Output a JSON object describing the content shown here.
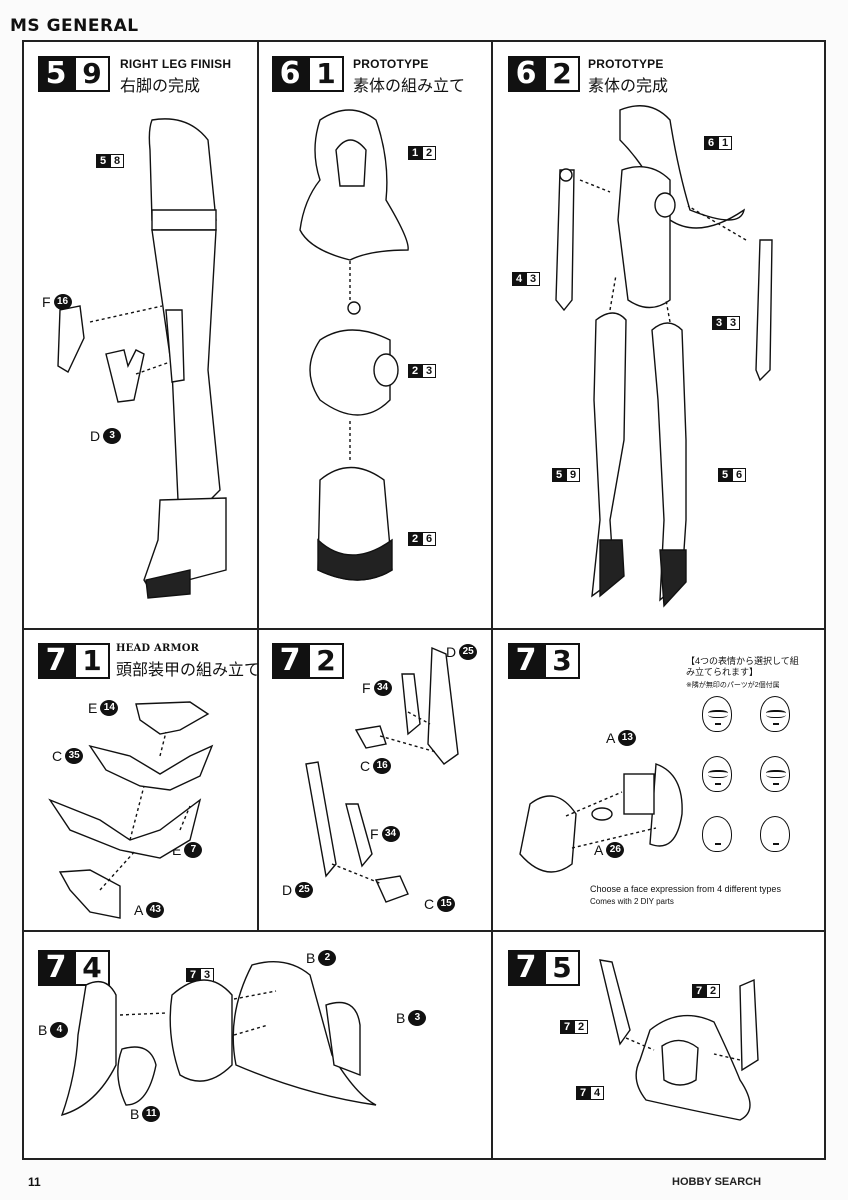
{
  "header": {
    "brand": "MS GENERAL"
  },
  "page_number": "11",
  "watermark": "HOBBY SEARCH",
  "steps": {
    "s59": {
      "d1": "5",
      "d2": "9",
      "title_en": "RIGHT LEG FINISH",
      "title_ja": "右脚の完成",
      "tags": [
        {
          "a": "5",
          "b": "8"
        }
      ],
      "parts": [
        {
          "letter": "F",
          "num": "16"
        },
        {
          "letter": "D",
          "num": "3"
        }
      ]
    },
    "s61": {
      "d1": "6",
      "d2": "1",
      "title_en": "PROTOTYPE",
      "title_ja": "素体の組み立て",
      "tags": [
        {
          "a": "1",
          "b": "2"
        },
        {
          "a": "2",
          "b": "3"
        },
        {
          "a": "2",
          "b": "6"
        }
      ]
    },
    "s62": {
      "d1": "6",
      "d2": "2",
      "title_en": "PROTOTYPE",
      "title_ja": "素体の完成",
      "tags": [
        {
          "a": "6",
          "b": "1"
        },
        {
          "a": "4",
          "b": "3"
        },
        {
          "a": "3",
          "b": "3"
        },
        {
          "a": "5",
          "b": "9"
        },
        {
          "a": "5",
          "b": "6"
        }
      ]
    },
    "s71": {
      "d1": "7",
      "d2": "1",
      "title_en": "HEAD ARMOR",
      "title_ja": "頭部装甲の組み立て",
      "parts": [
        {
          "letter": "E",
          "num": "14"
        },
        {
          "letter": "C",
          "num": "35"
        },
        {
          "letter": "E",
          "num": "7"
        },
        {
          "letter": "A",
          "num": "43"
        }
      ]
    },
    "s72": {
      "d1": "7",
      "d2": "2",
      "parts": [
        {
          "letter": "D",
          "num": "25"
        },
        {
          "letter": "F",
          "num": "34"
        },
        {
          "letter": "C",
          "num": "16"
        },
        {
          "letter": "F",
          "num": "34"
        },
        {
          "letter": "D",
          "num": "25"
        },
        {
          "letter": "C",
          "num": "15"
        }
      ]
    },
    "s73": {
      "d1": "7",
      "d2": "3",
      "note_ja": "【4つの表情から選択して組み立てられます】",
      "note_ja_sub": "※隣が無印のパーツが2個付属",
      "parts": [
        {
          "letter": "A",
          "num": "13"
        },
        {
          "letter": "A",
          "num": "26"
        }
      ],
      "note_en": "Choose a face expression from 4 different types",
      "note_en_sub": "Comes with 2 DIY parts"
    },
    "s74": {
      "d1": "7",
      "d2": "4",
      "tags": [
        {
          "a": "7",
          "b": "3"
        }
      ],
      "parts": [
        {
          "letter": "B",
          "num": "2"
        },
        {
          "letter": "B",
          "num": "4"
        },
        {
          "letter": "B",
          "num": "3"
        },
        {
          "letter": "B",
          "num": "11"
        }
      ]
    },
    "s75": {
      "d1": "7",
      "d2": "5",
      "tags": [
        {
          "a": "7",
          "b": "2"
        },
        {
          "a": "7",
          "b": "2"
        },
        {
          "a": "7",
          "b": "4"
        }
      ]
    }
  }
}
